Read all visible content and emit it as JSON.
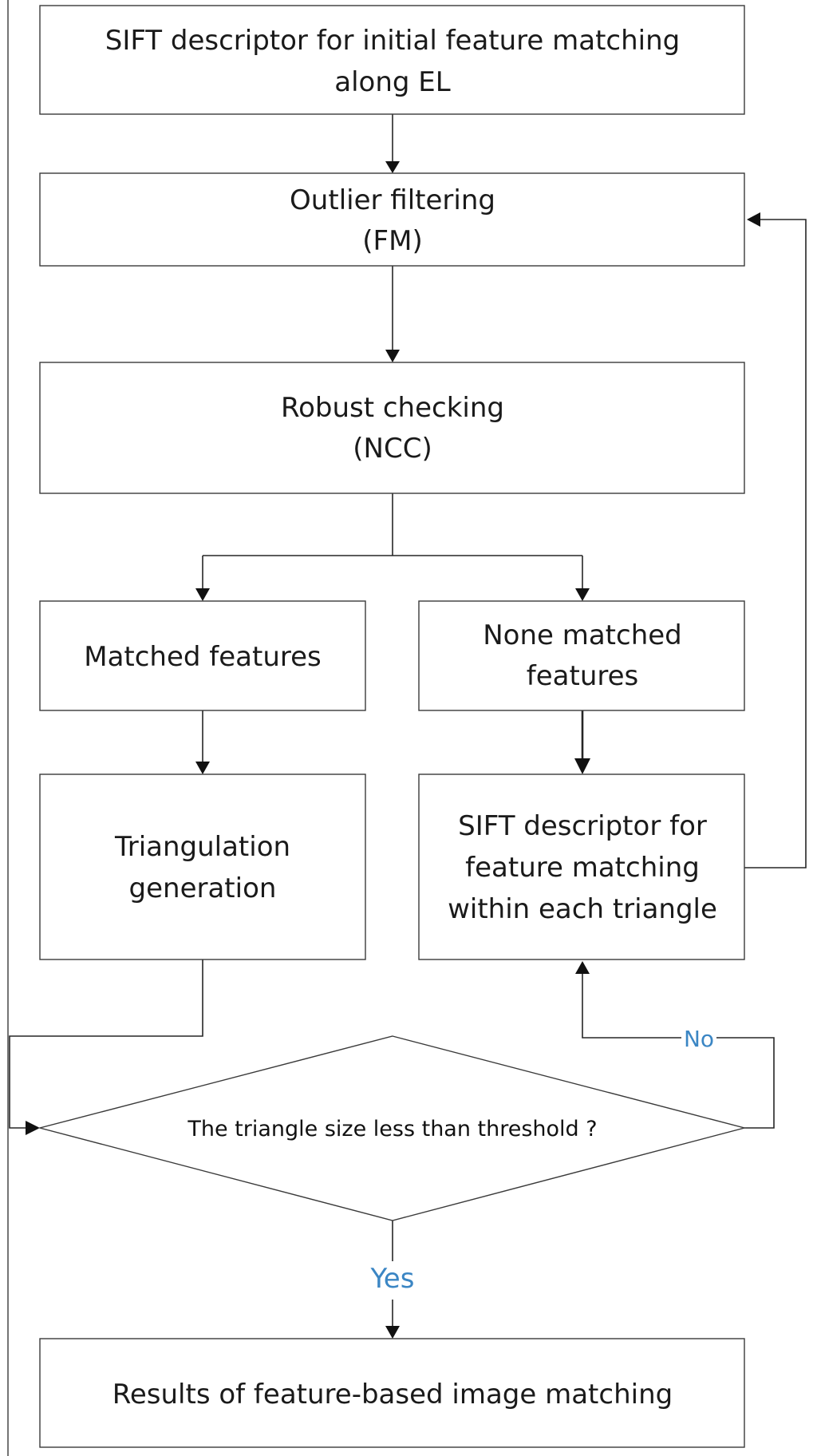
{
  "nodes": {
    "sift_initial": {
      "line1": "SIFT descriptor for initial feature matching",
      "line2": "along EL"
    },
    "outlier_filtering": {
      "line1": "Outlier filtering",
      "line2": "(FM)"
    },
    "robust_checking": {
      "line1": "Robust checking",
      "line2": "(NCC)"
    },
    "matched_features": {
      "line1": "Matched features"
    },
    "none_matched": {
      "line1": "None matched",
      "line2": "features"
    },
    "triangulation": {
      "line1": "Triangulation",
      "line2": "generation"
    },
    "sift_triangle": {
      "line1": "SIFT descriptor for",
      "line2": "feature matching",
      "line3": "within each triangle"
    },
    "decision": {
      "text": "The triangle size less than threshold ?"
    },
    "results": {
      "line1": "Results of feature-based image matching"
    }
  },
  "branches": {
    "no": "No",
    "yes": "Yes"
  },
  "colors": {
    "border": "#3a3a3a",
    "arrow": "#111111",
    "branch_label": "#3b86c4",
    "text": "#1a1a1a"
  }
}
